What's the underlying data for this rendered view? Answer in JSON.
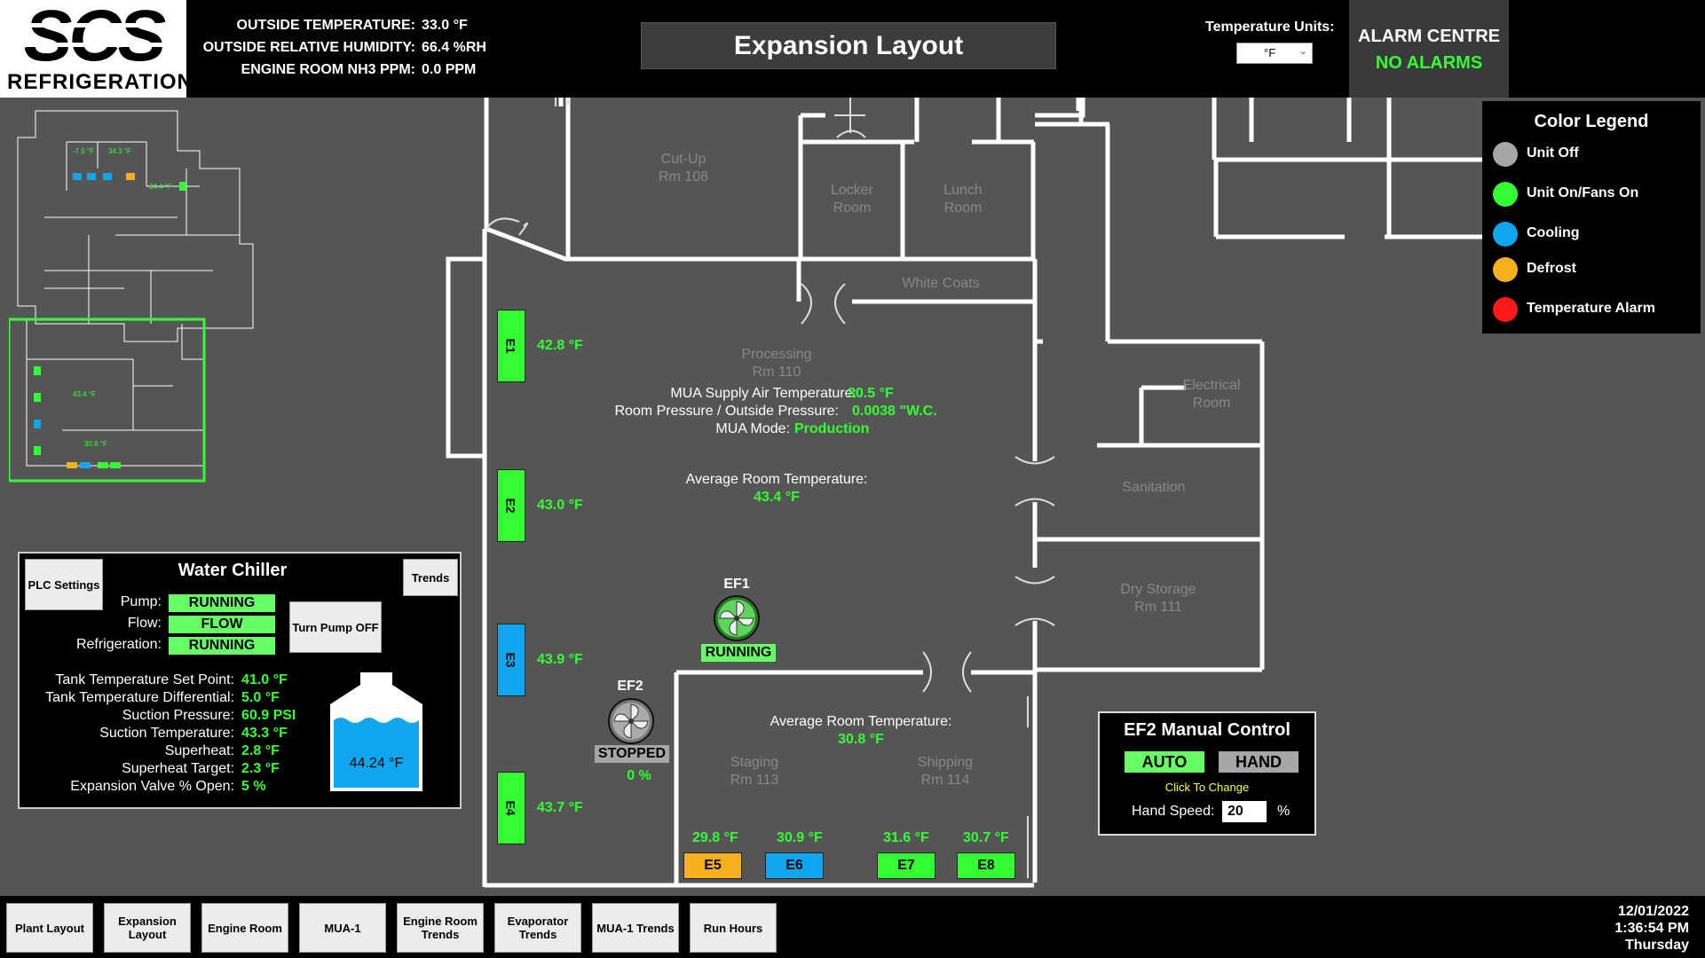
{
  "brand": {
    "logo_top": "SCS",
    "logo_bottom": "REFRIGERATION"
  },
  "header": {
    "outside_temp_label": "OUTSIDE TEMPERATURE:",
    "outside_temp_value": "33.0 °F",
    "outside_rh_label": "OUTSIDE RELATIVE HUMIDITY:",
    "outside_rh_value": "66.4 %RH",
    "nh3_label": "ENGINE ROOM NH3 PPM:",
    "nh3_value": "0.0 PPM",
    "title": "Expansion Layout",
    "temp_units_label": "Temperature Units:",
    "temp_units_value": "°F",
    "alarm_title": "ALARM CENTRE",
    "alarm_status": "NO ALARMS"
  },
  "minimap": {
    "temps": [
      "-7.5 °F",
      "34.3 °F",
      "34.4 °F",
      "43.4 °F",
      "30.8 °F"
    ]
  },
  "rooms": {
    "cutup": [
      "Cut-Up",
      "Rm 108"
    ],
    "locker": [
      "Locker",
      "Room"
    ],
    "lunch": [
      "Lunch",
      "Room"
    ],
    "white_coats": "White Coats",
    "processing": [
      "Processing",
      "Rm 110"
    ],
    "electrical": [
      "Electrical",
      "Room"
    ],
    "sanitation": "Sanitation",
    "dry_storage": [
      "Dry Storage",
      "Rm 111"
    ],
    "staging": [
      "Staging",
      "Rm 113"
    ],
    "shipping": [
      "Shipping",
      "Rm 114"
    ]
  },
  "processing": {
    "mua_supply_label": "MUA Supply Air Temperature:",
    "mua_supply_value": "30.5 °F",
    "pressure_label": "Room Pressure / Outside Pressure:",
    "pressure_value": "0.0038 \"W.C.",
    "mode_label": "MUA Mode:",
    "mode_value": "Production",
    "avg_label": "Average Room Temperature:",
    "avg_value": "43.4 °F"
  },
  "shipping_area": {
    "avg_label": "Average Room Temperature:",
    "avg_value": "30.8 °F"
  },
  "evaporators": [
    {
      "name": "E1",
      "temp": "42.8 °F",
      "state": "on"
    },
    {
      "name": "E2",
      "temp": "43.0 °F",
      "state": "on"
    },
    {
      "name": "E3",
      "temp": "43.9 °F",
      "state": "cooling"
    },
    {
      "name": "E4",
      "temp": "43.7 °F",
      "state": "on"
    },
    {
      "name": "E5",
      "temp": "29.8 °F",
      "state": "defrost"
    },
    {
      "name": "E6",
      "temp": "30.9 °F",
      "state": "cooling"
    },
    {
      "name": "E7",
      "temp": "31.6 °F",
      "state": "on"
    },
    {
      "name": "E8",
      "temp": "30.7 °F",
      "state": "on"
    }
  ],
  "fans": {
    "ef1": {
      "name": "EF1",
      "status": "RUNNING"
    },
    "ef2": {
      "name": "EF2",
      "status": "STOPPED",
      "speed": "0 %"
    }
  },
  "legend": {
    "title": "Color Legend",
    "items": [
      {
        "label": "Unit Off",
        "color": "#a6a6a6"
      },
      {
        "label": "Unit On/Fans On",
        "color": "#33ff33"
      },
      {
        "label": "Cooling",
        "color": "#0fa6ef"
      },
      {
        "label": "Defrost",
        "color": "#f6b01e"
      },
      {
        "label": "Temperature Alarm",
        "color": "#ff1a1a"
      }
    ]
  },
  "chiller": {
    "title": "Water Chiller",
    "plc_button": "PLC Settings",
    "trends_button": "Trends",
    "pump_label": "Pump:",
    "pump_status": "RUNNING",
    "flow_label": "Flow:",
    "flow_status": "FLOW",
    "refrig_label": "Refrigeration:",
    "refrig_status": "RUNNING",
    "pump_button": "Turn Pump OFF",
    "rows": [
      {
        "label": "Tank Temperature Set Point:",
        "value": "41.0 °F"
      },
      {
        "label": "Tank Temperature Differential:",
        "value": "5.0 °F"
      },
      {
        "label": "Suction Pressure:",
        "value": "60.9 PSI"
      },
      {
        "label": "Suction Temperature:",
        "value": "43.3 °F"
      },
      {
        "label": "Superheat:",
        "value": "2.8 °F"
      },
      {
        "label": "Superheat Target:",
        "value": "2.3 °F"
      },
      {
        "label": "Expansion Valve % Open:",
        "value": "5 %"
      }
    ],
    "tank_temp": "44.24 °F"
  },
  "ef2_control": {
    "title": "EF2 Manual Control",
    "auto": "AUTO",
    "hand": "HAND",
    "hint": "Click To Change",
    "speed_label": "Hand Speed:",
    "speed_value": "20",
    "speed_unit": "%"
  },
  "nav": [
    "Plant Layout",
    "Expansion Layout",
    "Engine Room",
    "MUA-1",
    "Engine Room Trends",
    "Evaporator Trends",
    "MUA-1 Trends",
    "Run Hours"
  ],
  "clock": {
    "date": "12/01/2022",
    "time": "1:36:54 PM",
    "day": "Thursday"
  },
  "colors": {
    "on": "#33ff33",
    "cooling": "#0fa6ef",
    "defrost": "#f6b01e",
    "off": "#a6a6a6",
    "alarm": "#ff1a1a"
  }
}
